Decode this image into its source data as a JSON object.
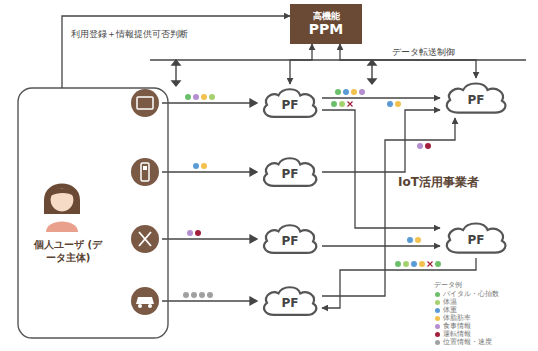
{
  "diagram": {
    "nodes": [
      {
        "text": [
          "高機能",
          "PPM"
        ]
      },
      {
        "text": [
          "個人ユーザ (データ主体)"
        ]
      },
      {
        "text": [
          "PF"
        ]
      },
      {
        "text": [
          "PF"
        ]
      },
      {
        "text": [
          "PF"
        ]
      },
      {
        "text": [
          "PF"
        ]
      },
      {
        "text": [
          "PF"
        ]
      },
      {
        "text": [
          "PF"
        ]
      }
    ],
    "edges": [
      {
        "from": 1,
        "to": 0,
        "arrow": "to",
        "label": "利用登録＋情報提供可否判断"
      },
      {
        "from": 0,
        "to": 2,
        "arrow": "both"
      },
      {
        "from": 0,
        "to": 6,
        "arrow": "both"
      },
      {
        "from": 2,
        "to": 6,
        "arrow": "to"
      },
      {
        "from": 2,
        "to": 7,
        "arrow": "to"
      },
      {
        "from": 3,
        "to": 6,
        "arrow": "to"
      },
      {
        "from": 4,
        "to": 7,
        "arrow": "to"
      },
      {
        "from": 5,
        "to": 6,
        "arrow": "to"
      },
      {
        "from": 7,
        "to": 5,
        "arrow": "to"
      }
    ],
    "labels": [
      "データ転送制御",
      "IoT活用事業者",
      "データ例"
    ],
    "legend": [
      {
        "text": "バイタル・心拍数",
        "color": "#6cbf6a"
      },
      {
        "text": "体温",
        "color": "#a7d06f"
      },
      {
        "text": "体重",
        "color": "#5b9bd5"
      },
      {
        "text": "体脂肪率",
        "color": "#f2c14e"
      },
      {
        "text": "食事情報",
        "color": "#b48ed0"
      },
      {
        "text": "運転情報",
        "color": "#a3203c"
      },
      {
        "text": "位置情報・速度",
        "color": "#a0a0a0"
      }
    ]
  }
}
